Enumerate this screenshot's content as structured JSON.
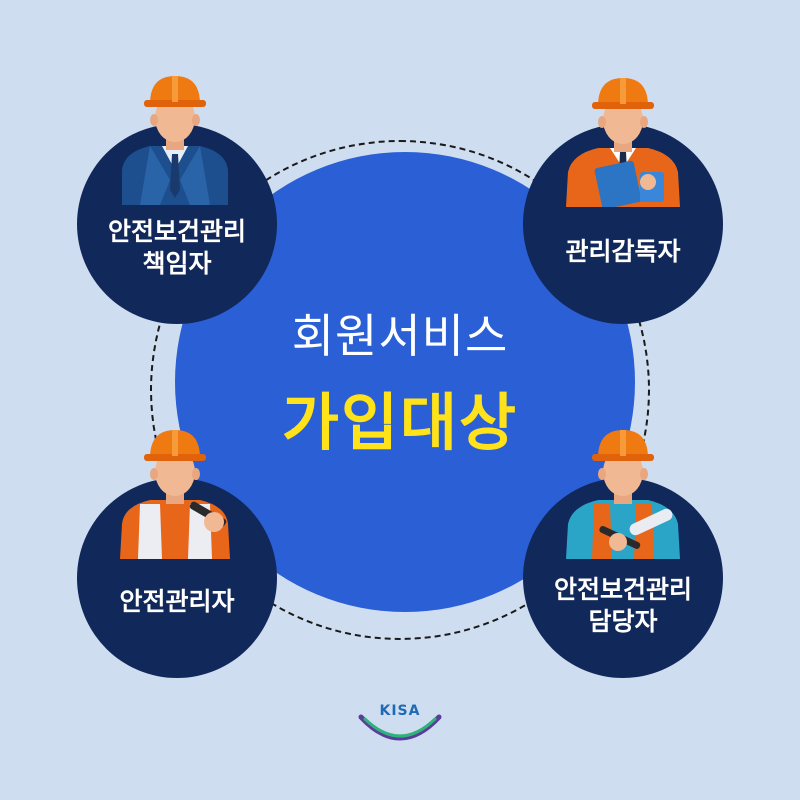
{
  "center": {
    "title": "회원서비스",
    "subtitle": "가입대상"
  },
  "nodes": [
    {
      "label_line1": "안전보건관리",
      "label_line2": "책임자"
    },
    {
      "label_line1": "관리감독자"
    },
    {
      "label_line1": "안전관리자"
    },
    {
      "label_line1": "안전보건관리",
      "label_line2": "담당자"
    }
  ],
  "logo": {
    "text": "KISA"
  },
  "colors": {
    "background": "#cfddf0",
    "center_circle": "#2a5fd6",
    "node_circle": "#11285a",
    "subtitle": "#ffe21a",
    "helmet": "#f07a12"
  },
  "icons": [
    "manager-worker-icon",
    "supervisor-worker-icon",
    "safety-worker-icon",
    "engineer-worker-icon"
  ]
}
